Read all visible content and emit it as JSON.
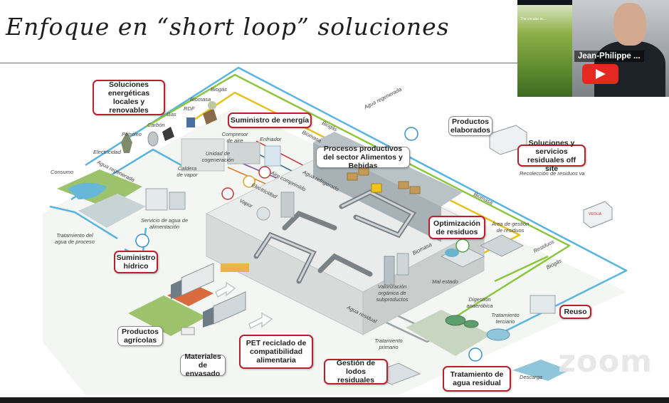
{
  "slide": {
    "title": "Enfoque en “short loop” soluciones"
  },
  "boxes": {
    "energeticas": "Soluciones energéticas locales y renovables",
    "suministro_energia": "Suministro de energía",
    "procesos": "Procesos productivos del sector Alimentos y Bebidas",
    "productos_elaborados": "Productos elaborados",
    "soluciones_off_site": "Soluciones y servicios residuales off site",
    "optimizacion": "Optimización de residuos",
    "suministro_hidrico": "Suministro hídrico",
    "reuso": "Reuso",
    "productos_agricolas": "Productos agrícolas",
    "materiales_envasado": "Materiales de envasado",
    "pet": "PET reciclado de compatibilidad alimentaria",
    "gestion_lodos": "Gestión de lodos residuales",
    "tratamiento_agua": "Tratamiento de agua residual"
  },
  "labels": {
    "biogas_top": "Biogás",
    "biomasa_top": "Biomasa",
    "rdf": "RDF",
    "gas": "Gas",
    "carbon": "Carbón",
    "petroleo": "Petróleo",
    "electricidad_left": "Electricidad",
    "agua_regenerada_top": "Agua regenerada",
    "biogas_mid": "Biogás",
    "biomasa_mid": "Biomasa",
    "compresor": "Compresor de aire",
    "enfriador": "Enfriador",
    "unidad_cogeneracion": "Unidad de cogeneración",
    "caldera": "Caldera de vapor",
    "agua_refrigerada": "Agua refrigerada",
    "aire_comprimido": "Aire comprimido",
    "electricidad_mid": "Electricidad",
    "vapor": "Vapor",
    "consumo": "Consumo",
    "agua_regenerada_left": "Agua regenerada",
    "servicio_agua": "Servicio de agua de alimentación",
    "tratamiento_agua_proceso": "Tratamiento del agua de proceso",
    "biomasa_right": "Biomasa",
    "area_gestion": "Área de gestión de residuos",
    "residuos": "Residuos",
    "biogas_right": "Biogás",
    "recoleccion": "Recolección de residuos va",
    "biomasa_center": "Biomasa",
    "mal_estado": "Mal estado",
    "valorizacion": "Valorización orgánica de subproductos",
    "digestion": "Digestión anaeróbica",
    "tratamiento_terciario": "Tratamiento terciario",
    "agua_residual": "Agua residual",
    "tratamiento_primario": "Tratamiento primario",
    "descarga": "Descarga",
    "truck_brand": "VEOLIA"
  },
  "video": {
    "participant": "Jean-Philippe ...",
    "slide_thumb_text": "The circular ec..."
  },
  "watermark": "zoom",
  "colors": {
    "accent_red": "#b8202c",
    "flow_blue": "#5ab4e0",
    "flow_green": "#8cc63f",
    "flow_yellow": "#e3c21b",
    "flow_gray": "#9aa4a8"
  }
}
